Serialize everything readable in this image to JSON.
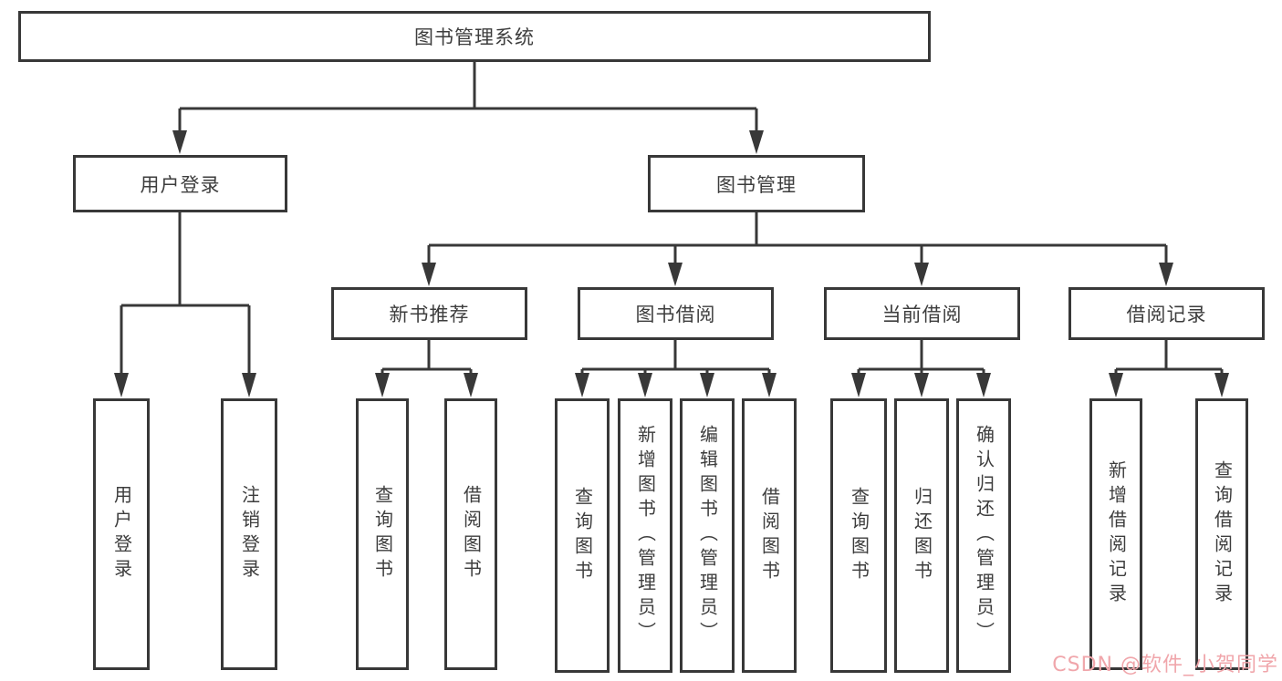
{
  "diagram": {
    "root": {
      "label": "图书管理系统"
    },
    "branches": {
      "user_login": {
        "label": "用户登录",
        "children": [
          {
            "label": "用户登录"
          },
          {
            "label": "注销登录"
          }
        ]
      },
      "book_mgmt": {
        "label": "图书管理",
        "groups": [
          {
            "label": "新书推荐",
            "children": [
              {
                "label": "查询图书"
              },
              {
                "label": "借阅图书"
              }
            ]
          },
          {
            "label": "图书借阅",
            "children": [
              {
                "label": "查询图书"
              },
              {
                "label": "新增图书（管理员）"
              },
              {
                "label": "编辑图书（管理员）"
              },
              {
                "label": "借阅图书"
              }
            ]
          },
          {
            "label": "当前借阅",
            "children": [
              {
                "label": "查询图书"
              },
              {
                "label": "归还图书"
              },
              {
                "label": "确认归还（管理员）"
              }
            ]
          },
          {
            "label": "借阅记录",
            "children": [
              {
                "label": "新增借阅记录"
              },
              {
                "label": "查询借阅记录"
              }
            ]
          }
        ]
      }
    }
  },
  "watermark": {
    "text": "CSDN @软件_小贺同学",
    "color": "#f0a6ab"
  },
  "colors": {
    "line": "#383838",
    "box_border": "#383838",
    "text": "#3d3d3d",
    "background": "#ffffff"
  }
}
